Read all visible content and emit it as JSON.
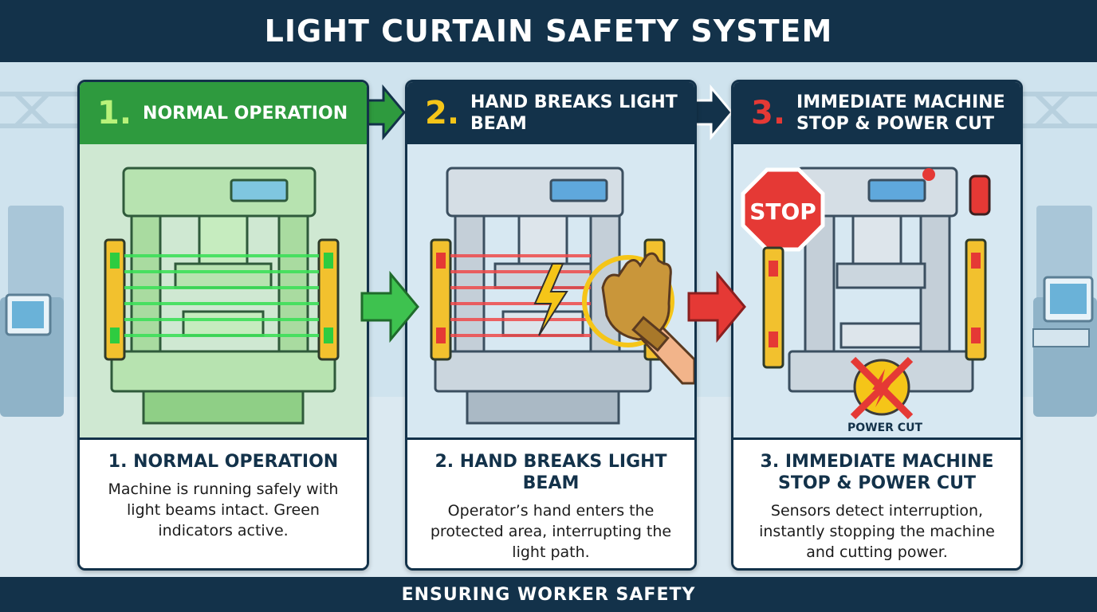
{
  "title": "LIGHT CURTAIN SAFETY SYSTEM",
  "footer": "ENSURING WORKER SAFETY",
  "colors": {
    "navy": "#13324a",
    "green": "#2e9a3e",
    "yellow": "#f5c518",
    "red": "#e53935"
  },
  "steps": [
    {
      "number": "1.",
      "header": "NORMAL OPERATION",
      "caption_title": "1. NORMAL OPERATION",
      "description": "Machine is running safely with light beams intact. Green indicators active."
    },
    {
      "number": "2.",
      "header": "HAND BREAKS LIGHT BEAM",
      "caption_title": "2. HAND BREAKS LIGHT BEAM",
      "description": "Operator’s hand enters the protected area, interrupting the light path."
    },
    {
      "number": "3.",
      "header": "IMMEDIATE MACHINE STOP & POWER CUT",
      "caption_title": "3. IMMEDIATE MACHINE STOP & POWER CUT",
      "description": "Sensors detect interruption, instantly stopping the machine and cutting power.",
      "stop_sign": "STOP",
      "power_label": "POWER CUT"
    }
  ]
}
